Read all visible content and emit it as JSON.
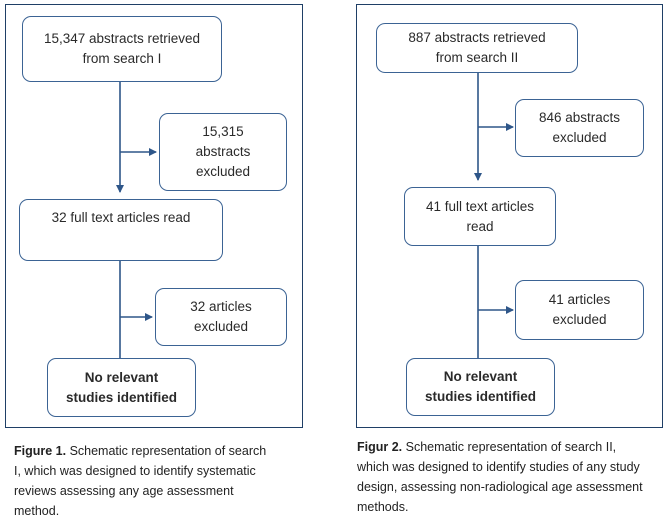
{
  "colors": {
    "panel_border": "#1f3f66",
    "box_border": "#3b6394",
    "arrow": "#2e5689"
  },
  "left": {
    "retrieved": [
      "15,347 abstracts retrieved",
      "from search I"
    ],
    "excluded": [
      "15,315",
      "abstracts",
      "excluded"
    ],
    "full_text": "32 full text articles read",
    "articles_excluded": [
      "32 articles",
      "excluded"
    ],
    "no_relevant": [
      "No relevant",
      "studies identified"
    ],
    "caption_label": "Figure 1.",
    "caption_text": " Schematic representation of search I, which was designed to identify systematic reviews assessing any age assessment method."
  },
  "right": {
    "retrieved": [
      "887 abstracts retrieved",
      "from search II"
    ],
    "excluded": [
      "846 abstracts",
      "excluded"
    ],
    "full_text": [
      "41 full text articles",
      "read"
    ],
    "articles_excluded": [
      "41 articles",
      "excluded"
    ],
    "no_relevant": [
      "No relevant",
      "studies identified"
    ],
    "caption_label": "Figur 2.",
    "caption_text": " Schematic representation of search II, which was designed to identify studies of any study design, assessing non-radiological age assessment methods."
  }
}
